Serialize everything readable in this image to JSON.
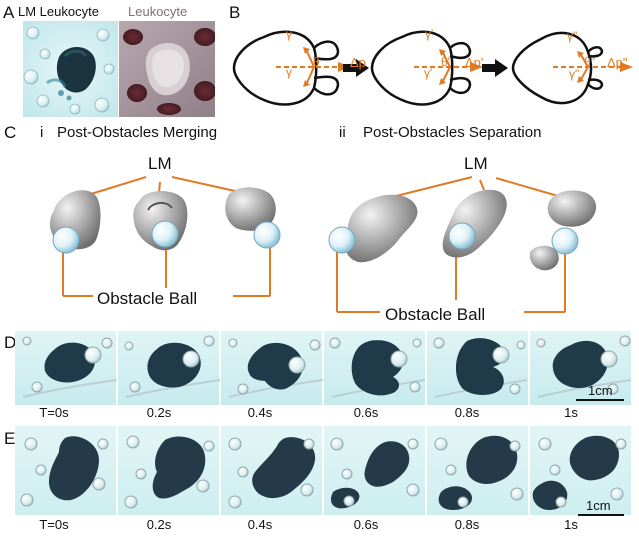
{
  "figure": {
    "panel_A": {
      "letter": "A",
      "left_label": "LM Leukocyte",
      "right_label": "Leukocyte"
    },
    "panel_B": {
      "letter": "B",
      "symbols": {
        "gamma": "γ",
        "gamma_prime": "γ'",
        "gamma_double_prime": "γ\"",
        "theta": "θ",
        "theta_prime": "θ'",
        "theta_double_prime": "θ\"",
        "delta_p": "Δp",
        "delta_p_prime": "Δp'",
        "delta_p_double_prime": "Δp\""
      }
    },
    "panel_C": {
      "letter": "C",
      "sub_i": {
        "numeral": "i",
        "title": "Post-Obstacles Merging",
        "lm_label": "LM",
        "obstacle_label": "Obstacle Ball"
      },
      "sub_ii": {
        "numeral": "ii",
        "title": "Post-Obstacles Separation",
        "lm_label": "LM",
        "obstacle_label": "Obstacle Ball"
      }
    },
    "panel_D": {
      "letter": "D",
      "times": [
        "T=0s",
        "0.2s",
        "0.4s",
        "0.6s",
        "0.8s",
        "1s"
      ],
      "scale_label": "1cm"
    },
    "panel_E": {
      "letter": "E",
      "times": [
        "T=0s",
        "0.2s",
        "0.4s",
        "0.6s",
        "0.8s",
        "1s"
      ],
      "scale_label": "1cm"
    },
    "colors": {
      "accent_orange": "#e07b24",
      "cyan_bg": "#d9f1f4",
      "blob_dark": "#1f3b49",
      "blob_gray": "#8b8b8b"
    }
  }
}
